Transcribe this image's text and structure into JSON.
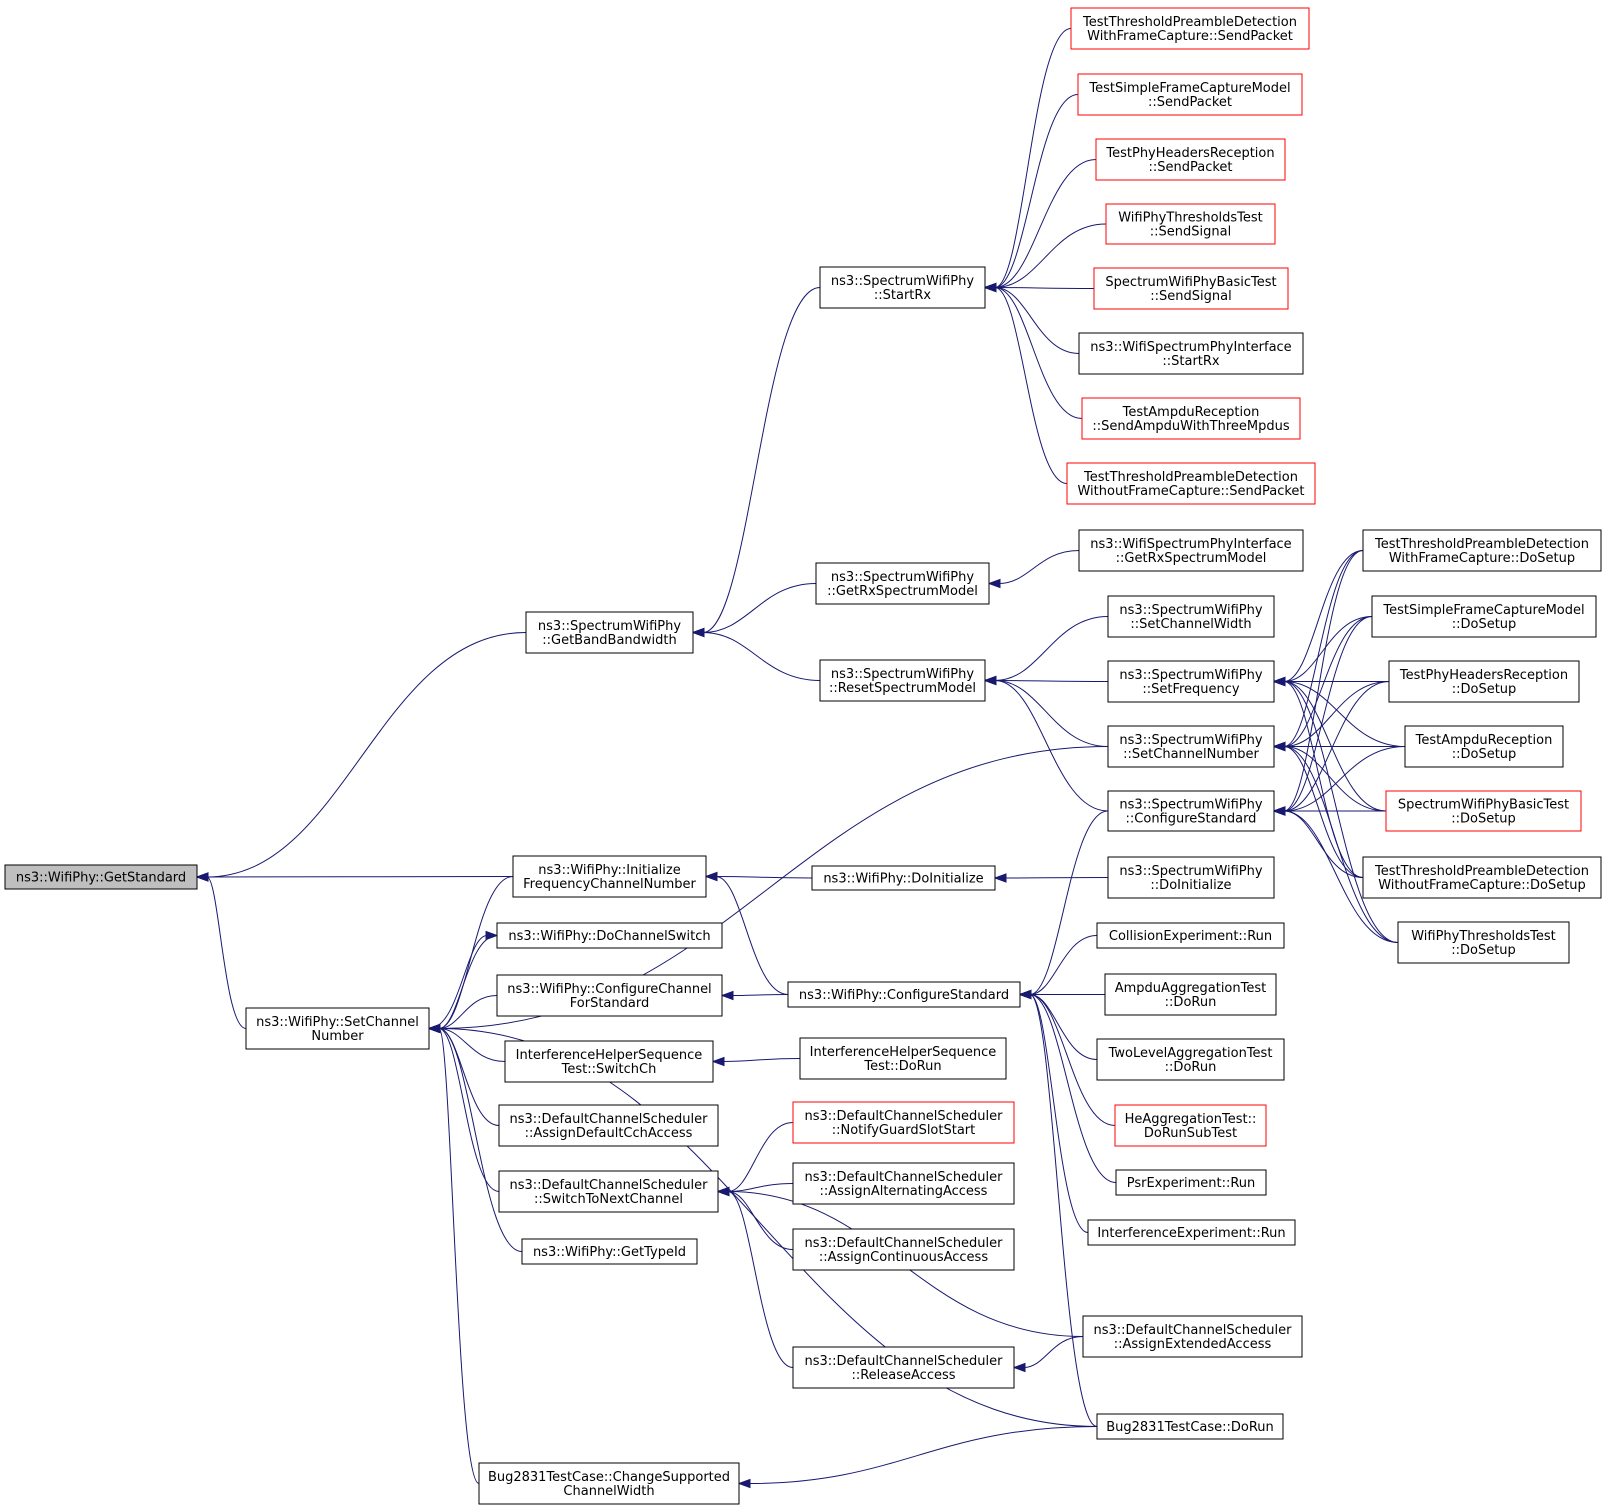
{
  "colors": {
    "edge": "#191970",
    "border_default": "#000000",
    "border_truncated": "#ff0000",
    "root_fill": "#bfbfbf"
  },
  "nodes": [
    {
      "id": "getstandard",
      "lines": [
        "ns3::WifiPhy::GetStandard"
      ],
      "root": true
    },
    {
      "id": "getbandbw",
      "lines": [
        "ns3::SpectrumWifiPhy",
        "::GetBandBandwidth"
      ]
    },
    {
      "id": "setchannel",
      "lines": [
        "ns3::WifiPhy::SetChannel",
        "Number"
      ]
    },
    {
      "id": "startrx",
      "lines": [
        "ns3::SpectrumWifiPhy",
        "::StartRx"
      ]
    },
    {
      "id": "getrxspec",
      "lines": [
        "ns3::SpectrumWifiPhy",
        "::GetRxSpectrumModel"
      ]
    },
    {
      "id": "resetspec",
      "lines": [
        "ns3::SpectrumWifiPhy",
        "::ResetSpectrumModel"
      ]
    },
    {
      "id": "initfreq",
      "lines": [
        "ns3::WifiPhy::Initialize",
        "FrequencyChannelNumber"
      ]
    },
    {
      "id": "dochswitch",
      "lines": [
        "ns3::WifiPhy::DoChannelSwitch"
      ]
    },
    {
      "id": "configchstd",
      "lines": [
        "ns3::WifiPhy::ConfigureChannel",
        "ForStandard"
      ]
    },
    {
      "id": "ihs_switchch",
      "lines": [
        "InterferenceHelperSequence",
        "Test::SwitchCh"
      ]
    },
    {
      "id": "assigndefcch",
      "lines": [
        "ns3::DefaultChannelScheduler",
        "::AssignDefaultCchAccess"
      ]
    },
    {
      "id": "switchnext",
      "lines": [
        "ns3::DefaultChannelScheduler",
        "::SwitchToNextChannel"
      ]
    },
    {
      "id": "gettypeid",
      "lines": [
        "ns3::WifiPhy::GetTypeId"
      ]
    },
    {
      "id": "bug_changesup",
      "lines": [
        "Bug2831TestCase::ChangeSupported",
        "ChannelWidth"
      ]
    },
    {
      "id": "doinitialize",
      "lines": [
        "ns3::WifiPhy::DoInitialize"
      ]
    },
    {
      "id": "configstd",
      "lines": [
        "ns3::WifiPhy::ConfigureStandard"
      ]
    },
    {
      "id": "ihs_dorun",
      "lines": [
        "InterferenceHelperSequence",
        "Test::DoRun"
      ]
    },
    {
      "id": "notifyguard",
      "lines": [
        "ns3::DefaultChannelScheduler",
        "::NotifyGuardSlotStart"
      ],
      "red": true
    },
    {
      "id": "assignalt",
      "lines": [
        "ns3::DefaultChannelScheduler",
        "::AssignAlternatingAccess"
      ]
    },
    {
      "id": "assigncont",
      "lines": [
        "ns3::DefaultChannelScheduler",
        "::AssignContinuousAccess"
      ]
    },
    {
      "id": "release",
      "lines": [
        "ns3::DefaultChannelScheduler",
        "::ReleaseAccess"
      ]
    },
    {
      "id": "tpd_wfc_send",
      "lines": [
        "TestThresholdPreambleDetection",
        "WithFrameCapture::SendPacket"
      ],
      "red": true
    },
    {
      "id": "tsfc_send",
      "lines": [
        "TestSimpleFrameCaptureModel",
        "::SendPacket"
      ],
      "red": true
    },
    {
      "id": "tphr_send",
      "lines": [
        "TestPhyHeadersReception",
        "::SendPacket"
      ],
      "red": true
    },
    {
      "id": "wpt_sendsig",
      "lines": [
        "WifiPhyThresholdsTest",
        "::SendSignal"
      ],
      "red": true
    },
    {
      "id": "swpbt_sendsig",
      "lines": [
        "SpectrumWifiPhyBasicTest",
        "::SendSignal"
      ],
      "red": true
    },
    {
      "id": "wspi_startrx",
      "lines": [
        "ns3::WifiSpectrumPhyInterface",
        "::StartRx"
      ]
    },
    {
      "id": "tar_send3",
      "lines": [
        "TestAmpduReception",
        "::SendAmpduWithThreeMpdus"
      ],
      "red": true
    },
    {
      "id": "tpd_wofc_send",
      "lines": [
        "TestThresholdPreambleDetection",
        "WithoutFrameCapture::SendPacket"
      ],
      "red": true
    },
    {
      "id": "wspi_getrx",
      "lines": [
        "ns3::WifiSpectrumPhyInterface",
        "::GetRxSpectrumModel"
      ]
    },
    {
      "id": "swp_setchwidth",
      "lines": [
        "ns3::SpectrumWifiPhy",
        "::SetChannelWidth"
      ]
    },
    {
      "id": "swp_setfreq",
      "lines": [
        "ns3::SpectrumWifiPhy",
        "::SetFrequency"
      ]
    },
    {
      "id": "swp_setchnum",
      "lines": [
        "ns3::SpectrumWifiPhy",
        "::SetChannelNumber"
      ]
    },
    {
      "id": "swp_configstd",
      "lines": [
        "ns3::SpectrumWifiPhy",
        "::ConfigureStandard"
      ]
    },
    {
      "id": "swp_doinit",
      "lines": [
        "ns3::SpectrumWifiPhy",
        "::DoInitialize"
      ]
    },
    {
      "id": "collision_run",
      "lines": [
        "CollisionExperiment::Run"
      ]
    },
    {
      "id": "ampduagg_dorun",
      "lines": [
        "AmpduAggregationTest",
        "::DoRun"
      ]
    },
    {
      "id": "twolevel_dorun",
      "lines": [
        "TwoLevelAggregationTest",
        "::DoRun"
      ]
    },
    {
      "id": "heagg_dorunsub",
      "lines": [
        "HeAggregationTest::",
        "DoRunSubTest"
      ],
      "red": true
    },
    {
      "id": "psr_run",
      "lines": [
        "PsrExperiment::Run"
      ]
    },
    {
      "id": "interf_run",
      "lines": [
        "InterferenceExperiment::Run"
      ]
    },
    {
      "id": "assignext",
      "lines": [
        "ns3::DefaultChannelScheduler",
        "::AssignExtendedAccess"
      ]
    },
    {
      "id": "bug_dorun",
      "lines": [
        "Bug2831TestCase::DoRun"
      ]
    },
    {
      "id": "tpd_wfc_setup",
      "lines": [
        "TestThresholdPreambleDetection",
        "WithFrameCapture::DoSetup"
      ]
    },
    {
      "id": "tsfc_setup",
      "lines": [
        "TestSimpleFrameCaptureModel",
        "::DoSetup"
      ]
    },
    {
      "id": "tphr_setup",
      "lines": [
        "TestPhyHeadersReception",
        "::DoSetup"
      ]
    },
    {
      "id": "tar_setup",
      "lines": [
        "TestAmpduReception",
        "::DoSetup"
      ]
    },
    {
      "id": "swpbt_setup",
      "lines": [
        "SpectrumWifiPhyBasicTest",
        "::DoSetup"
      ],
      "red": true
    },
    {
      "id": "tpd_wofc_setup",
      "lines": [
        "TestThresholdPreambleDetection",
        "WithoutFrameCapture::DoSetup"
      ]
    },
    {
      "id": "wpt_setup",
      "lines": [
        "WifiPhyThresholdsTest",
        "::DoSetup"
      ]
    }
  ]
}
